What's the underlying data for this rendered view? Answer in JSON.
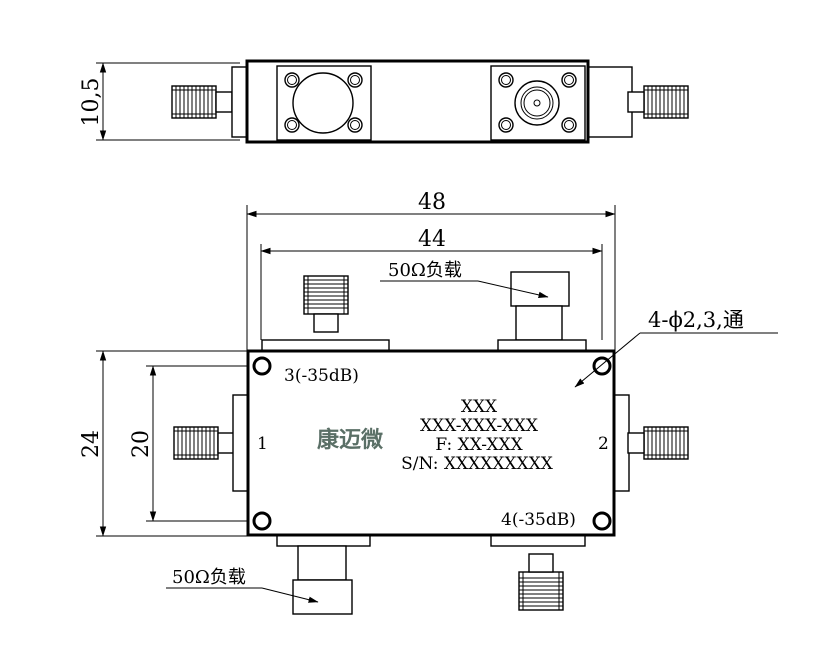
{
  "dimensions": {
    "height_top_view": "10,5",
    "overall_length": "48",
    "body_length": "44",
    "overall_width": "24",
    "hole_pitch": "20"
  },
  "mounting_holes": "4-ϕ2,3,通",
  "load_top": "50Ω负载",
  "load_bottom": "50Ω负载",
  "ports": {
    "p1": "1",
    "p2": "2",
    "p3": "3(-35dB)",
    "p4": "4(-35dB)"
  },
  "logo_text": "康迈微",
  "label": {
    "line1": "XXX",
    "line2": "XXX-XXX-XXX",
    "line3": "F: XX-XXX",
    "line4": "S/N: XXXXXXXXX"
  },
  "icons": [
    "sma-connector-icon",
    "mounting-hole-icon",
    "dimension-arrow-icon"
  ]
}
